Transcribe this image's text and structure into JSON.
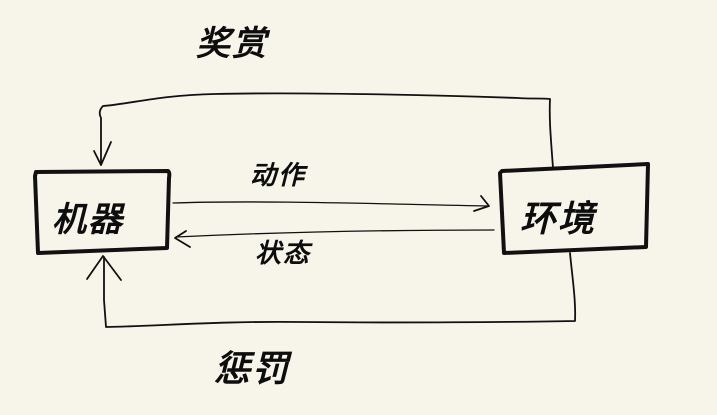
{
  "diagram": {
    "type": "hand-drawn reinforcement learning loop",
    "background_color": "#f7f5ea",
    "ink_color": "#111111",
    "nodes": {
      "machine": {
        "label": "机器"
      },
      "environment": {
        "label": "环境"
      }
    },
    "edges": {
      "action": {
        "label": "动作",
        "from": "machine",
        "to": "environment"
      },
      "state": {
        "label": "状态",
        "from": "environment",
        "to": "machine"
      },
      "reward": {
        "label": "奖赏",
        "from": "environment",
        "to": "machine",
        "route": "top loop"
      },
      "punishment": {
        "label": "惩罚",
        "from": "environment",
        "to": "machine",
        "route": "bottom loop"
      }
    }
  }
}
